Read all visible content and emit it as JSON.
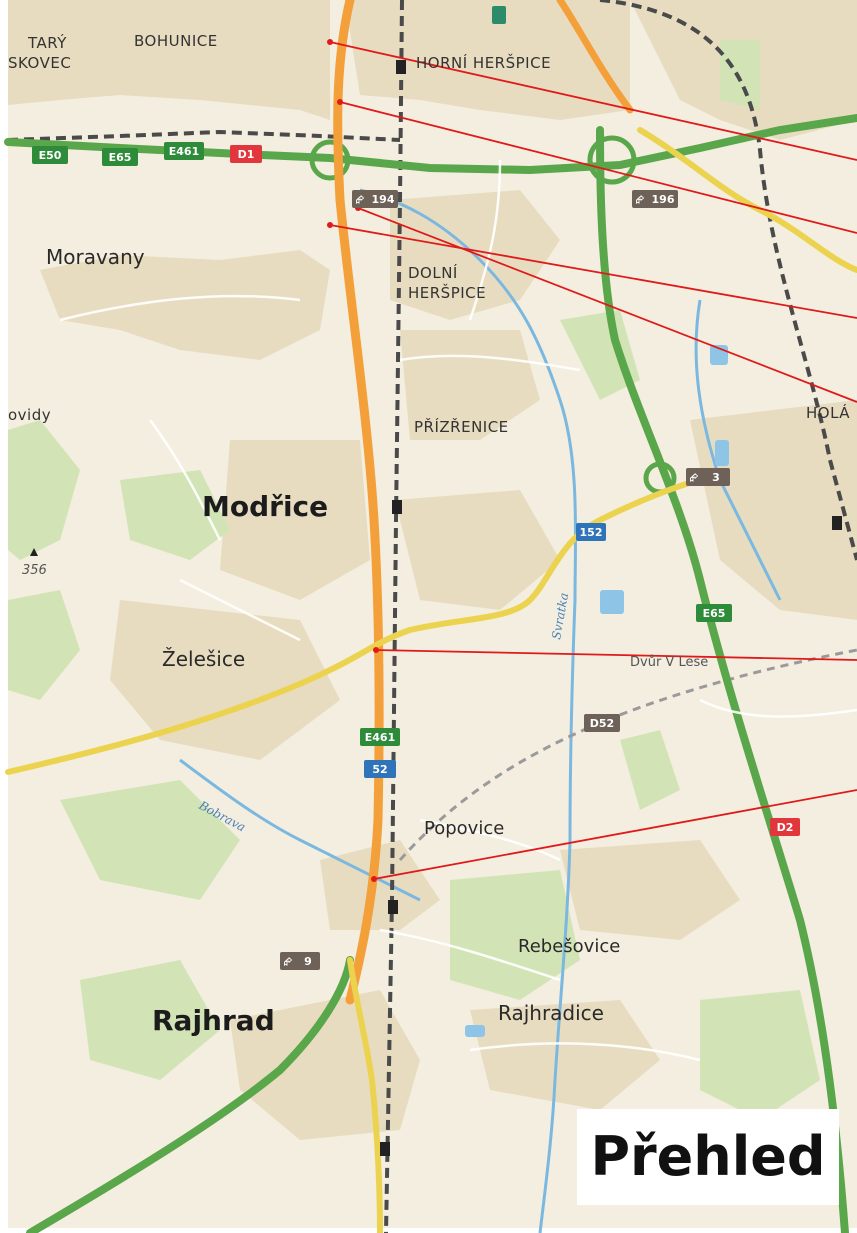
{
  "map": {
    "title": "Přehled",
    "places": {
      "bohunice": "BOHUNICE",
      "stary_liskovec_top": "TARÝ",
      "stary_liskovec_bottom": "SKOVEC",
      "horni_herspice": "HORNÍ HERŠPICE",
      "moravany": "Moravany",
      "dolni_herspice_1": "DOLNÍ",
      "dolni_herspice_2": "HERŠPICE",
      "prizrenice": "PŘÍZŘENICE",
      "holasky": "HOLÁ",
      "ovidy": "ovidy",
      "modrice": "Modřice",
      "zelesice": "Želešice",
      "dvur_v_lese": "Dvůr V Lese",
      "popovice": "Popovice",
      "rebesovice": "Rebešovice",
      "rajhrad": "Rajhrad",
      "rajhradice": "Rajhradice"
    },
    "elevation": "356",
    "rivers": {
      "svratka": "Svratka",
      "bobrava": "Bobrava"
    },
    "road_badges": {
      "e50": "E50",
      "e65_top": "E65",
      "e461_top": "E461",
      "d1": "D1",
      "exit_194": "194",
      "exit_196": "196",
      "exit_3": "3",
      "route_152": "152",
      "e65_mid": "E65",
      "d52": "D52",
      "e461_mid": "E461",
      "route_52": "52",
      "d2": "D2",
      "exit_9": "9"
    },
    "colors": {
      "base": "#f3eedf",
      "urban": "#e6d9bd",
      "forest": "#cfe2b4",
      "motorway": "#5aa64a",
      "trunk": "#f4a03a",
      "secondary": "#ecd34f",
      "rail": "#4a4a4a",
      "water": "#7ab8e0",
      "pointer": "#e01a1a",
      "badge_green": "#2e8b3a",
      "badge_red": "#e0363c",
      "badge_blue": "#2f74b8",
      "badge_gray": "#6e6258"
    }
  }
}
